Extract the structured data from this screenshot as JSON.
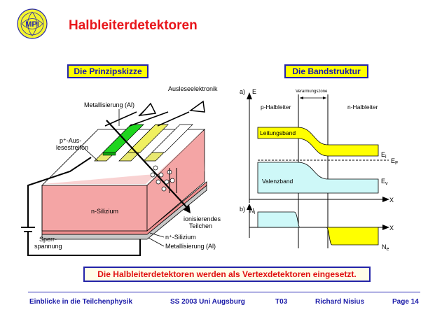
{
  "logo": {
    "text": "MPI"
  },
  "title": "Halbleiterdetektoren",
  "left_panel": {
    "heading": "Die Prinzipskizze",
    "labels": {
      "ausleseelektronik": "Ausleseelektronik",
      "metallisierung_top": "Metallisierung (Al)",
      "p_streifen_1": "p⁺-Aus-",
      "p_streifen_2": "lesestreifen",
      "n_silizium": "n-Silizium",
      "ionisierend_1": "ionisierendes",
      "ionisierend_2": "Teilchen",
      "n_plus_silizium": "n⁺-Silizium",
      "metallisierung_bottom": "Metallisierung (Al)",
      "sperr_1": "Sperr-",
      "sperr_2": "spannung"
    }
  },
  "right_panel": {
    "heading": "Die Bandstruktur",
    "labels": {
      "a": "a)",
      "E": "E",
      "verarmungszone": "Verarmungszone",
      "p_halbleiter": "p-Halbleiter",
      "n_halbleiter": "n-Halbleiter",
      "leitungsband": "Leitungsband",
      "valenzband": "Valenzband",
      "Ei": "E",
      "Ei_sub": "i",
      "EF": "E",
      "EF_sub": "F",
      "Ev": "E",
      "Ev_sub": "v",
      "X1": "X",
      "b": "b)",
      "Ni": "N",
      "Ni_sub": "i",
      "X2": "X",
      "Ne": "N",
      "Ne_sub": "e"
    }
  },
  "summary": "Die Halbleiterdetektoren werden als Vertexdetektoren eingesetzt.",
  "footer": {
    "course": "Einblicke in die Teilchenphysik",
    "semester": "SS 2003 Uni Augsburg",
    "code": "T03",
    "author": "Richard Nisius",
    "page": "Page 14"
  },
  "colors": {
    "title_red": "#e8161b",
    "heading_yellow": "#ffff00",
    "heading_blue": "#1818b0",
    "band_yellow": "#ffff00",
    "band_cyan": "#cef8f8",
    "silicon_pink": "#f4a5a5",
    "strip_green": "#1fd51f"
  }
}
